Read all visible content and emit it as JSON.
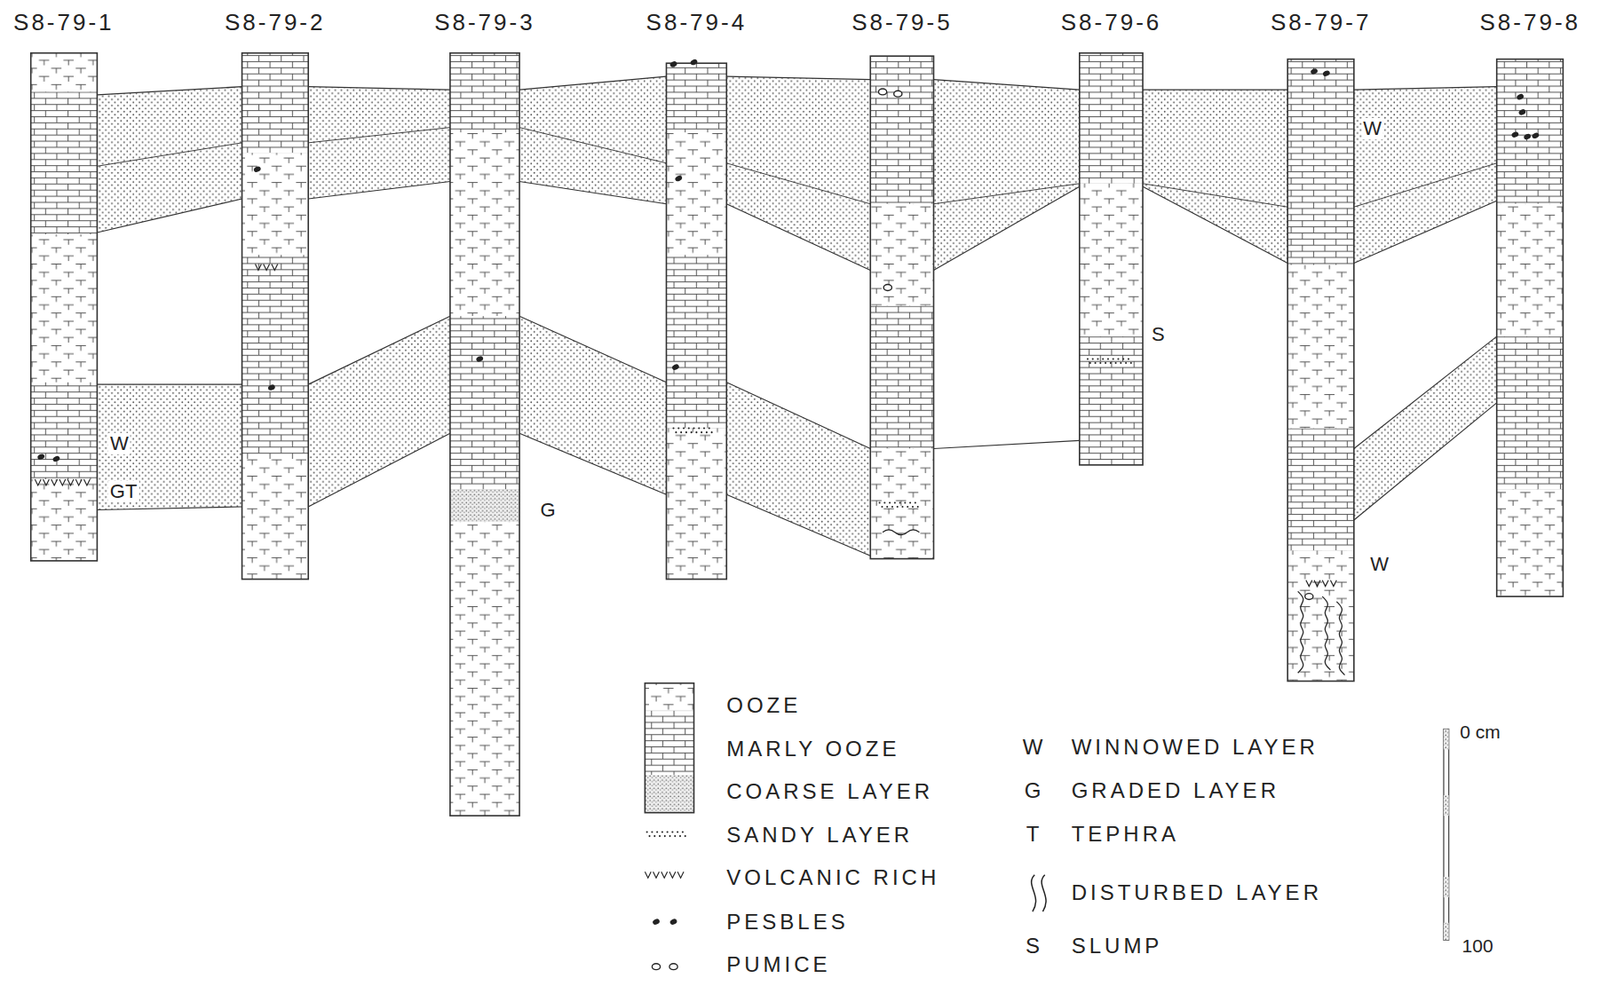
{
  "diagram": {
    "nodes": [
      {
        "text": [
          "S8-79-1"
        ]
      },
      {
        "text": [
          "S8-79-2"
        ]
      },
      {
        "text": [
          "S8-79-3"
        ]
      },
      {
        "text": [
          "S8-79-4"
        ]
      },
      {
        "text": [
          "S8-79-5"
        ]
      },
      {
        "text": [
          "S8-79-6"
        ]
      },
      {
        "text": [
          "S8-79-7"
        ]
      },
      {
        "text": [
          "S8-79-8"
        ]
      }
    ],
    "labels": [
      "W",
      "GT",
      "G",
      "S",
      "W",
      "W",
      "W",
      "G",
      "T",
      "S",
      "0 cm",
      "100"
    ],
    "legend": [
      {
        "text": "OOZE"
      },
      {
        "text": "MARLY OOZE"
      },
      {
        "text": "COARSE LAYER"
      },
      {
        "text": "SANDY LAYER"
      },
      {
        "text": "VOLCANIC RICH"
      },
      {
        "text": "PESBLES"
      },
      {
        "text": "PUMICE"
      },
      {
        "text": "WINNOWED LAYER"
      },
      {
        "text": "GRADED LAYER"
      },
      {
        "text": "TEPHRA"
      },
      {
        "text": "DISTURBED LAYER"
      },
      {
        "text": "SLUMP"
      }
    ]
  }
}
